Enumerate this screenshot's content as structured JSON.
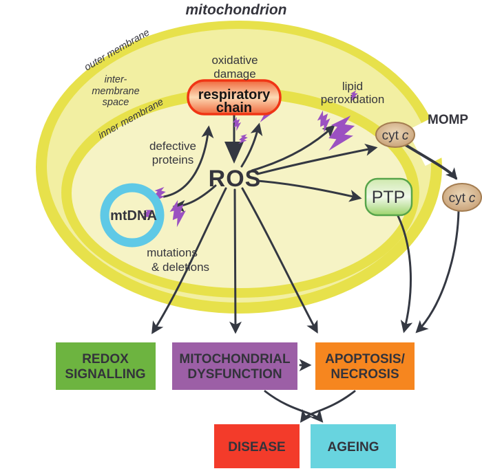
{
  "title": "mitochondrion",
  "colors": {
    "arrow": "#343842",
    "text_dark": "#35353d",
    "membrane": "#e7e14b",
    "intermembrane_space": "#f2efa2",
    "matrix": "#f6f3c5",
    "bolt_purple": "#9b51c1",
    "mtdna_ring": "#5fc9e6",
    "resp_border": "#f03515",
    "resp_fill_edge": "#f0683c",
    "resp_fill_mid": "#fcd9b4",
    "ptp_border": "#56a44a",
    "ptp_fill_top": "#cfe9ae",
    "ptp_fill_mid": "#f1f8ea",
    "ptp_fill_bottom": "#9ed46c",
    "cyt_border": "#a37c50",
    "cyt_fill_center": "#ecd9ba",
    "cyt_fill_edge": "#c09468"
  },
  "membrane_labels": {
    "outer": "outer membrane",
    "inter_line1": "inter-",
    "inter_line2": "membrane",
    "inter_line3": "space",
    "inner": "inner membrane"
  },
  "labels": {
    "oxidative_line1": "oxidative",
    "oxidative_line2": "damage",
    "lipid_line1": "lipid",
    "lipid_line2": "peroxidation",
    "defective_line1": "defective",
    "defective_line2": "proteins",
    "mutations_line1": "mutations",
    "mutations_line2": "& deletions",
    "ros": "ROS",
    "momp": "MOMP",
    "mtdna": "mtDNA",
    "cyt_word": "cyt",
    "cyt_italic": "c"
  },
  "nodes": {
    "respiratory_line1": "respiratory",
    "respiratory_line2": "chain",
    "ptp": "PTP"
  },
  "outcomes": {
    "redox": {
      "line1": "REDOX",
      "line2": "SIGNALLING",
      "color": "#6db440"
    },
    "dysfunction": {
      "line1": "MITOCHONDRIAL",
      "line2": "DYSFUNCTION",
      "color": "#9c5fa6"
    },
    "apoptosis": {
      "line1": "APOPTOSIS/",
      "line2": "NECROSIS",
      "color": "#f6861f"
    },
    "disease": {
      "label": "DISEASE",
      "color": "#f33b2a"
    },
    "ageing": {
      "label": "AGEING",
      "color": "#68d4df"
    }
  }
}
